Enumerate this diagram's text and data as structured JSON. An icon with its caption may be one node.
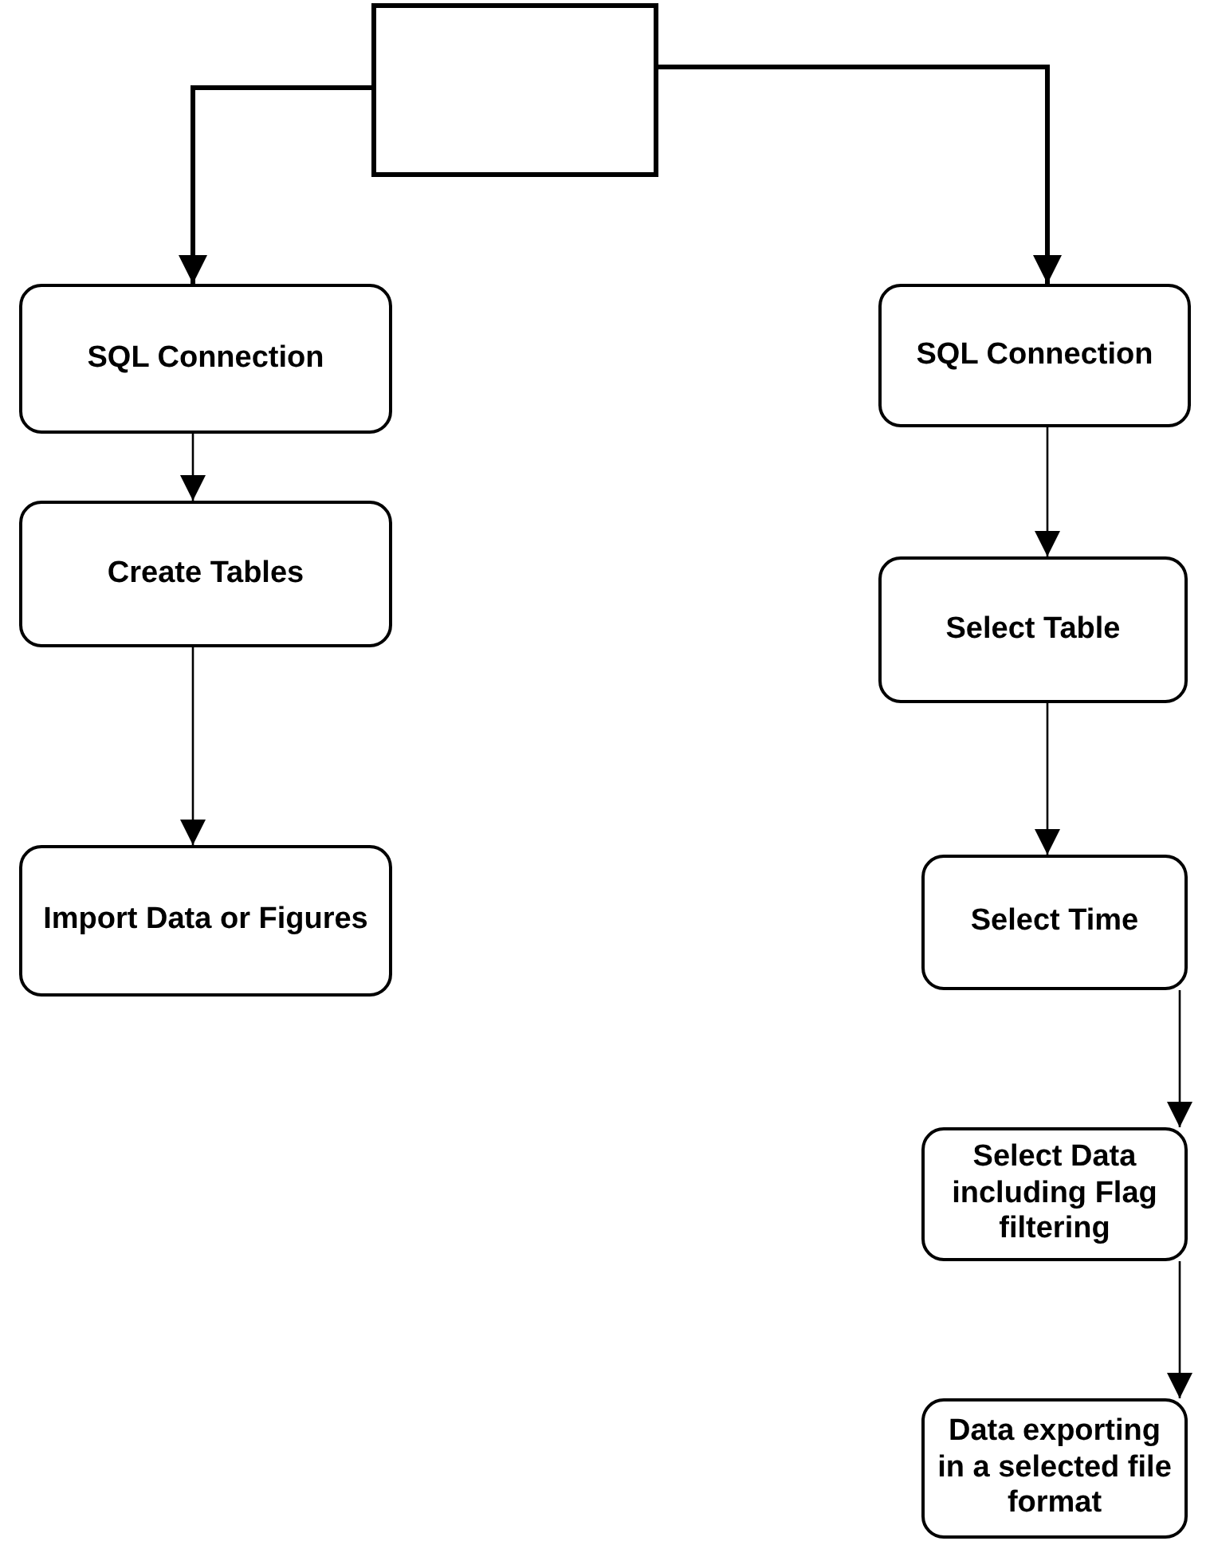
{
  "diagram": {
    "nodes": [
      {
        "text": [],
        "shape": "box"
      },
      {
        "text": [
          "SQL Connection"
        ]
      },
      {
        "text": [
          "Create Tables"
        ]
      },
      {
        "text": [
          "Import Data or Figures"
        ]
      },
      {
        "text": [
          "SQL Connection"
        ]
      },
      {
        "text": [
          "Select Table"
        ]
      },
      {
        "text": [
          "Select Time"
        ]
      },
      {
        "text": [
          "Select Data including Flag filtering"
        ]
      },
      {
        "text": [
          "Data exporting in a selected file format"
        ]
      }
    ],
    "edges": [
      {
        "from": 0,
        "to": 1,
        "arrow": "to",
        "style": "thick"
      },
      {
        "from": 0,
        "to": 4,
        "arrow": "to",
        "style": "thick"
      },
      {
        "from": 1,
        "to": 2,
        "arrow": "to"
      },
      {
        "from": 2,
        "to": 3,
        "arrow": "to"
      },
      {
        "from": 4,
        "to": 5,
        "arrow": "to"
      },
      {
        "from": 5,
        "to": 6,
        "arrow": "to"
      },
      {
        "from": 6,
        "to": 7,
        "arrow": "to"
      },
      {
        "from": 7,
        "to": 8,
        "arrow": "to"
      }
    ]
  }
}
